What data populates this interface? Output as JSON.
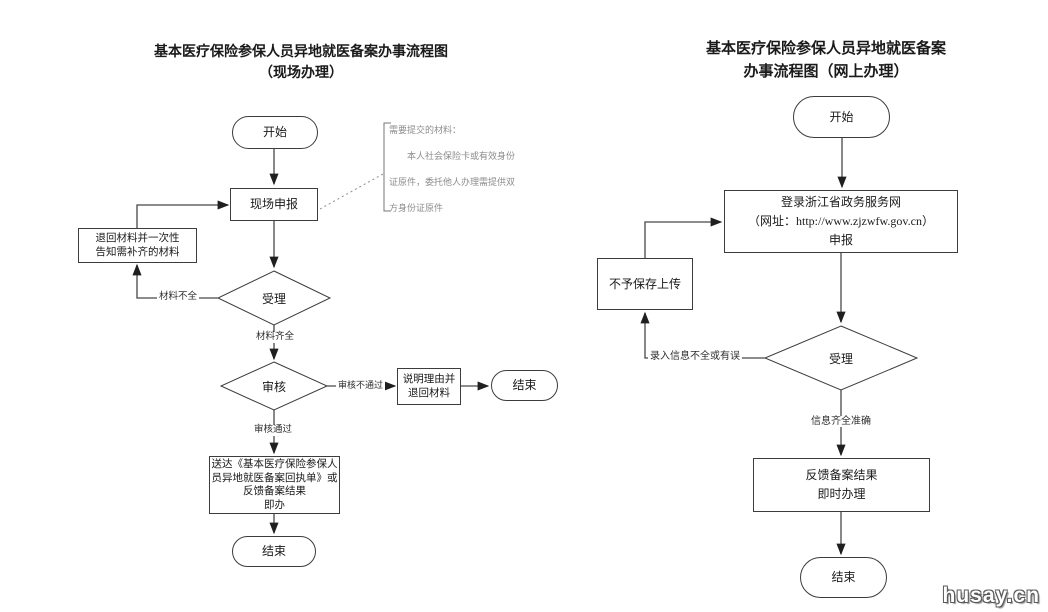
{
  "watermark": "husay.cn",
  "left": {
    "title": "基本医疗保险参保人员异地就医备案办事流程图\n（现场办理）",
    "start": "开始",
    "onsite_declare": "现场申报",
    "materials_note": "需要提交的材料：\n　　本人社会保险卡或有效身份\n证原件，委托他人办理需提供双\n方身份证原件",
    "return_materials": "退回材料并一次性\n告知需补齐的材料",
    "accept": "受理",
    "label_materials_incomplete": "材料不全",
    "label_materials_complete": "材料齐全",
    "review": "审核",
    "label_review_fail": "审核不通过",
    "explain_return": "说明理由并\n退回材料",
    "end_right": "结束",
    "label_review_pass": "审核通过",
    "deliver_result": "送达《基本医疗保险参保人\n员异地就医备案回执单》或\n反馈备案结果\n即办",
    "end_bottom": "结束"
  },
  "right": {
    "title": "基本医疗保险参保人员异地就医备案\n办事流程图（网上办理）",
    "start": "开始",
    "login_declare": "登录浙江省政务服务网\n（网址：http://www.zjzwfw.gov.cn）\n申报",
    "no_save_upload": "不予保存上传",
    "label_info_error": "录入信息不全或有误",
    "accept": "受理",
    "label_info_ok": "信息齐全准确",
    "feedback_result": "反馈备案结果\n即时办理",
    "end": "结束"
  }
}
